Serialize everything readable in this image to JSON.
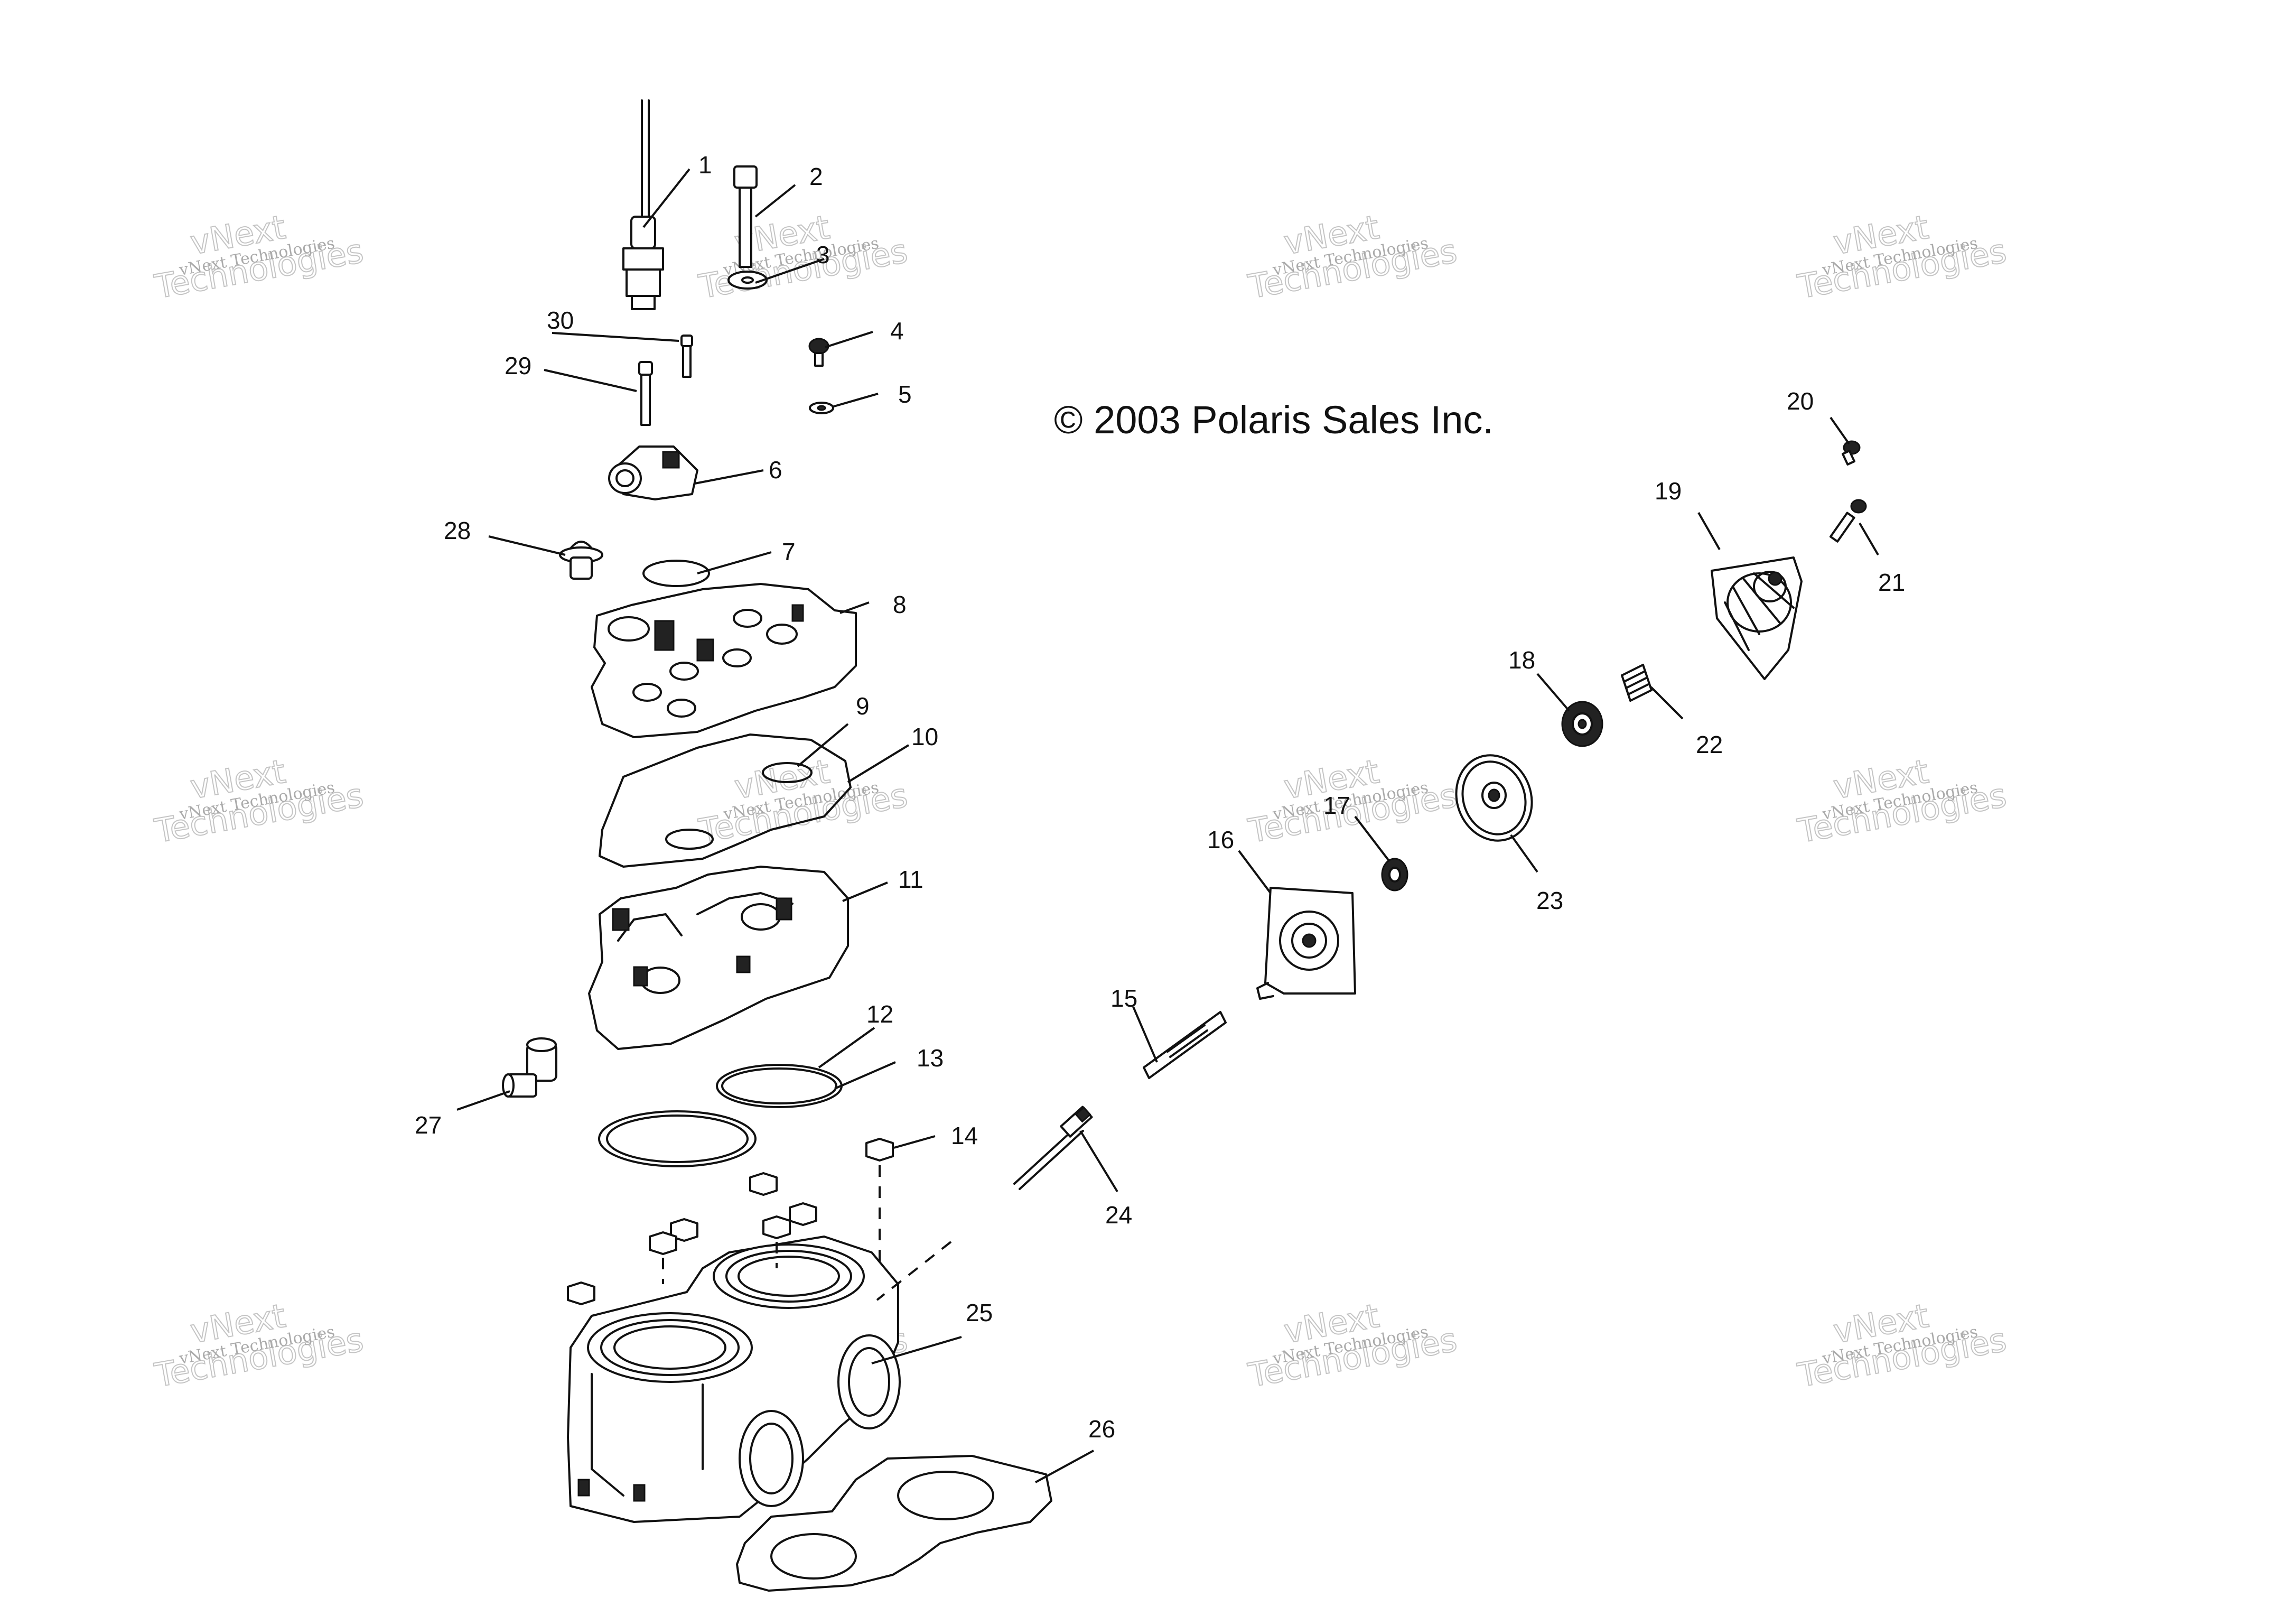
{
  "copyright": "© 2003 Polaris Sales Inc.",
  "watermark": {
    "line_small": "vNext Technologies",
    "line_big_1": "vNext",
    "line_big_2": "Technologies"
  },
  "callouts": {
    "c1": "1",
    "c2": "2",
    "c3": "3",
    "c4": "4",
    "c5": "5",
    "c6": "6",
    "c7": "7",
    "c8": "8",
    "c9": "9",
    "c10": "10",
    "c11": "11",
    "c12": "12",
    "c13": "13",
    "c14": "14",
    "c15": "15",
    "c16": "16",
    "c17": "17",
    "c18": "18",
    "c19": "19",
    "c20": "20",
    "c21": "21",
    "c22": "22",
    "c23": "23",
    "c24": "24",
    "c25": "25",
    "c26": "26",
    "c27": "27",
    "c28": "28",
    "c29": "29",
    "c30": "30"
  }
}
